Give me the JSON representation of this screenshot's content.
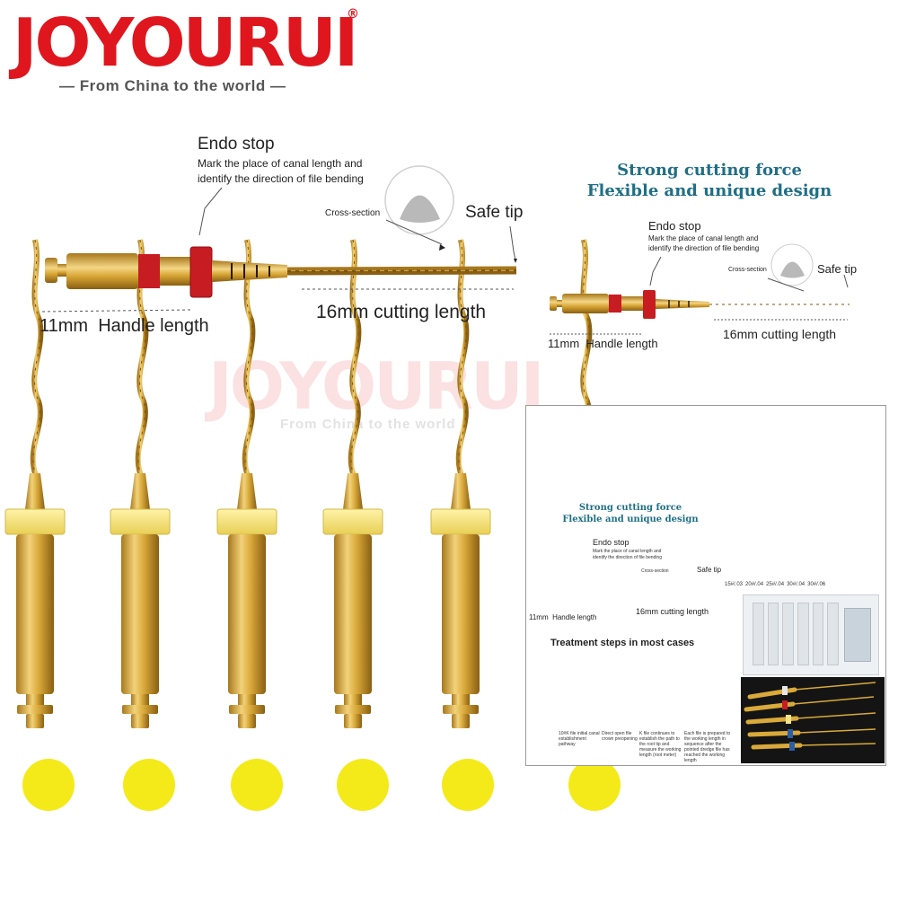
{
  "brand": {
    "name": "JOYOURUI",
    "registered": "®",
    "tagline": "— From China to the world —"
  },
  "watermark": {
    "name": "JOYOURUI",
    "tagline": "From China to the world"
  },
  "main_diagram": {
    "endo_stop_title": "Endo stop",
    "endo_stop_desc_1": "Mark the place of canal length and",
    "endo_stop_desc_2": "identify the direction of file bending",
    "cross_section": "Cross-section",
    "safe_tip": "Safe tip",
    "handle_length": "11mm  Handle length",
    "cutting_length": "16mm cutting length"
  },
  "right_diagram": {
    "headline_1": "Strong cutting force",
    "headline_2": "Flexible and unique design",
    "endo_stop_title": "Endo stop",
    "endo_stop_desc_1": "Mark the place of canal length and",
    "endo_stop_desc_2": "identify the direction of file bending",
    "cross_section": "Cross-section",
    "safe_tip": "Safe tip",
    "handle_length": "11mm  Handle length",
    "cutting_length": "16mm cutting length"
  },
  "inset": {
    "headline_1": "Strong cutting force",
    "headline_2": "Flexible and unique design",
    "endo_stop_title": "Endo stop",
    "endo_stop_desc_1": "Mark the place of canal length and",
    "endo_stop_desc_2": "identify the direction of file bending",
    "cross_section": "Cross-section",
    "safe_tip": "Safe tip",
    "handle_length": "11mm  Handle length",
    "cutting_length": "16mm cutting length",
    "treatment_title": "Treatment steps in most cases",
    "sizes": [
      "15#/.03",
      "20#/.04",
      "25#/.04",
      "30#/.04",
      "30#/.06"
    ],
    "steps": [
      "10#K file initial canal establishment pathway",
      "Direct open file crown preopening",
      "K file continues to establish the path to the root tip and measure the working length (root meter)",
      "Each file is prepared to the working length in sequence after the pointed dredge file has reached the working length"
    ]
  },
  "colors": {
    "brand_red": "#e0161e",
    "headline_teal": "#1f6f86",
    "gold": "#d9a93a",
    "stop_red": "#c81c23",
    "size_dot_yellow": "#f4ea1a"
  }
}
